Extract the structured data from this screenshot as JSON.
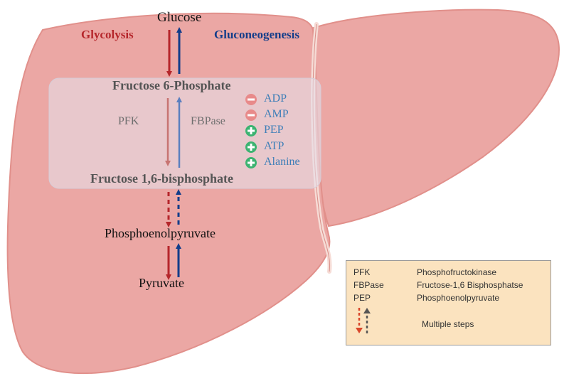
{
  "labels": {
    "glucose": "Glucose",
    "glycolysis": "Glycolysis",
    "gluconeogenesis": "Gluconeogenesis",
    "f6p": "Fructose 6-Phosphate",
    "f16bp": "Fructose 1,6-bisphosphate",
    "pfk": "PFK",
    "fbpase": "FBPase",
    "pep": "Phosphoenolpyruvate",
    "pyruvate": "Pyruvate"
  },
  "regulators": [
    {
      "sign": "minus",
      "label": "ADP"
    },
    {
      "sign": "minus",
      "label": "AMP"
    },
    {
      "sign": "plus",
      "label": "PEP"
    },
    {
      "sign": "plus",
      "label": "ATP"
    },
    {
      "sign": "plus",
      "label": "Alanine"
    }
  ],
  "legend": {
    "rows": [
      {
        "abbr": "PFK",
        "full": "Phosphofructokinase"
      },
      {
        "abbr": "FBPase",
        "full": "Fructose-1,6 Bisphosphatse"
      },
      {
        "abbr": "PEP",
        "full": "Phosphoenolpyruvate"
      }
    ],
    "multiple_steps": "Multiple steps"
  },
  "colors": {
    "liver": "#eba7a4",
    "liver_outline": "#e1908b",
    "glycolysis_red": "#b5262b",
    "gluconeogenesis_blue": "#123d8a",
    "enzyme_text": "#6f6f6f",
    "regulator_text": "#3f7fb8",
    "inhibit_circle": "#e88a8a",
    "activate_circle": "#3cb371",
    "legend_bg": "#fbe3bf"
  }
}
